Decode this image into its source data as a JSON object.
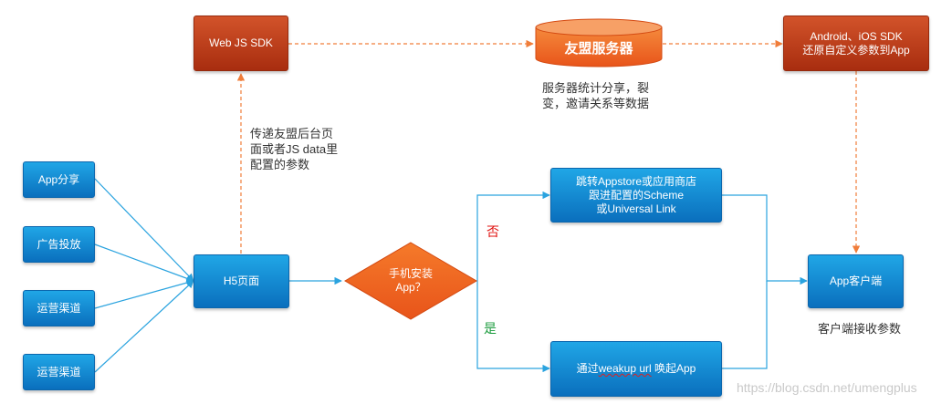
{
  "nodes": {
    "web_sdk": "Web JS SDK",
    "umeng_server": "友盟服务器",
    "native_sdk_line1": "Android、iOS SDK",
    "native_sdk_line2": "还原自定义参数到App",
    "app_share": "App分享",
    "ad_delivery": "广告投放",
    "ops_channel_1": "运营渠道",
    "ops_channel_2": "运营渠道",
    "h5_page": "H5页面",
    "decision_line1": "手机安装",
    "decision_line2": "App？",
    "redirect_line1": "跳转Appstore或应用商店",
    "redirect_line2": "跟进配置的Scheme",
    "redirect_line3": "或Universal Link",
    "wakeup_prefix": "通过",
    "wakeup_squiggle": "weakup url",
    "wakeup_suffix": " 唤起App",
    "app_client": "App客户端"
  },
  "labels": {
    "pass_params_line1": "传递友盟后台页",
    "pass_params_line2": "面或者JS data里",
    "pass_params_line3": "配置的参数",
    "server_stats_line1": "服务器统计分享，裂",
    "server_stats_line2": "变，邀请关系等数据",
    "branch_no": "否",
    "branch_yes": "是",
    "client_receive": "客户端接收参数"
  },
  "watermark": "https://blog.csdn.net/umengplus",
  "colors": {
    "blue_box": "#1a8fd8",
    "red_box": "#b93a17",
    "orange_diamond": "#f0601a",
    "blue_arrow": "#2aa3df",
    "orange_dashed_arrow": "#f07d3a",
    "no_label": "#e0110f",
    "yes_label": "#1a9b3c"
  }
}
